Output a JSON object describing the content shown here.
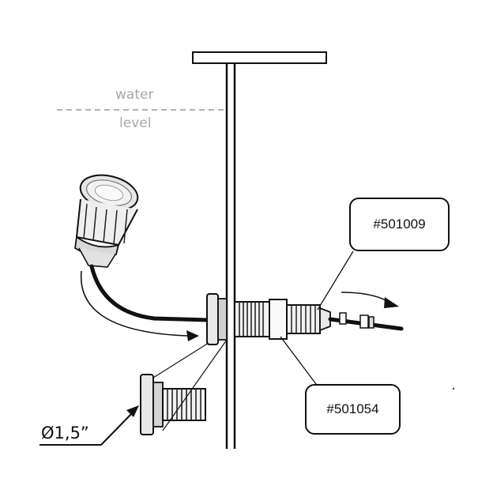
{
  "labels": {
    "water_line1": "water",
    "water_line2": "level",
    "part_a": "#501009",
    "part_b": "#501054",
    "diameter": "Ø1,5”"
  },
  "colors": {
    "line": "#111111",
    "water_dash": "#9a9a9a",
    "water_text": "#a8a8a8"
  }
}
